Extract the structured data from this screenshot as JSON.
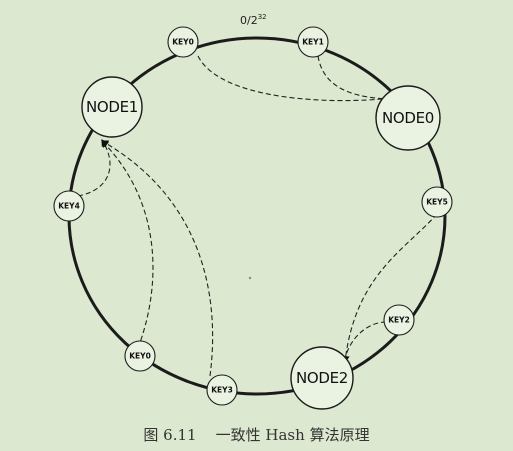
{
  "ring_label": {
    "base": "0/2",
    "exponent": "32"
  },
  "nodes": [
    {
      "id": "node1",
      "label": "NODE1"
    },
    {
      "id": "node0",
      "label": "NODE0"
    },
    {
      "id": "node2",
      "label": "NODE2"
    }
  ],
  "keys": [
    {
      "id": "key0-top",
      "label": "KEY0"
    },
    {
      "id": "key1",
      "label": "KEY1"
    },
    {
      "id": "key4",
      "label": "KEY4"
    },
    {
      "id": "key5",
      "label": "KEY5"
    },
    {
      "id": "key2",
      "label": "KEY2"
    },
    {
      "id": "key0-bottom",
      "label": "KEY0"
    },
    {
      "id": "key3",
      "label": "KEY3"
    }
  ],
  "caption": "图 6.11    一致性 Hash 算法原理"
}
